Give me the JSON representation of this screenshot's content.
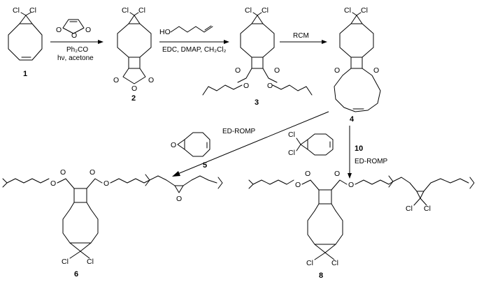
{
  "atoms": {
    "chlorine": "Cl",
    "oxygen": "O"
  },
  "compounds": [
    "1",
    "2",
    "3",
    "4",
    "5",
    "6",
    "8",
    "10"
  ],
  "steps": {
    "step1": {
      "reagent": "Ph₂CO",
      "conditions": "hν, acetone"
    },
    "step2": {
      "reagent": "HO-(CH₂)₃-CH=CH₂",
      "conditions": "EDC, DMAP, CH₂Cl₂"
    },
    "step3": {
      "label": "RCM"
    },
    "step4": {
      "label": "ED-ROMP"
    },
    "step5": {
      "label": "ED-ROMP"
    }
  }
}
